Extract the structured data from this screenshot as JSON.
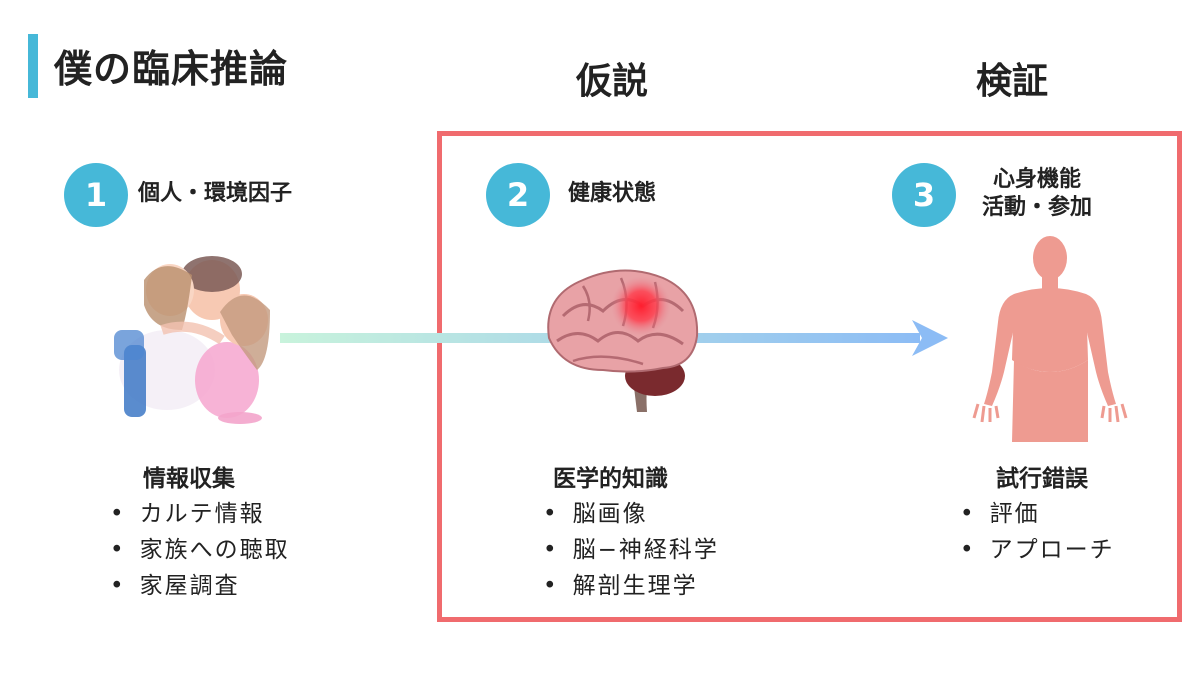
{
  "page": {
    "title": "僕の臨床推論"
  },
  "phases": {
    "hypothesis": "仮説",
    "verification": "検証"
  },
  "steps": [
    {
      "number": "1",
      "label_line1": "個人・環境因子",
      "label_line2": ""
    },
    {
      "number": "2",
      "label_line1": "健康状態",
      "label_line2": ""
    },
    {
      "number": "3",
      "label_line1": "心身機能",
      "label_line2": "活動・参加"
    }
  ],
  "sections": [
    {
      "heading": "情報収集",
      "items": [
        "カルテ情報",
        "家族への聴取",
        "家屋調査"
      ]
    },
    {
      "heading": "医学的知識",
      "items": [
        "脳画像",
        "脳−神経科学",
        "解剖生理学"
      ]
    },
    {
      "heading": "試行錯誤",
      "items": [
        "評価",
        "アプローチ"
      ]
    }
  ],
  "colors": {
    "accent": "#46b8d8",
    "frame": "#f06b6e",
    "arrow_start": "#c8f3dc",
    "arrow_end": "#8cbcf5",
    "body_figure": "#ee9b91"
  },
  "icons": [
    "family-illustration",
    "brain-illustration",
    "human-body-illustration"
  ]
}
